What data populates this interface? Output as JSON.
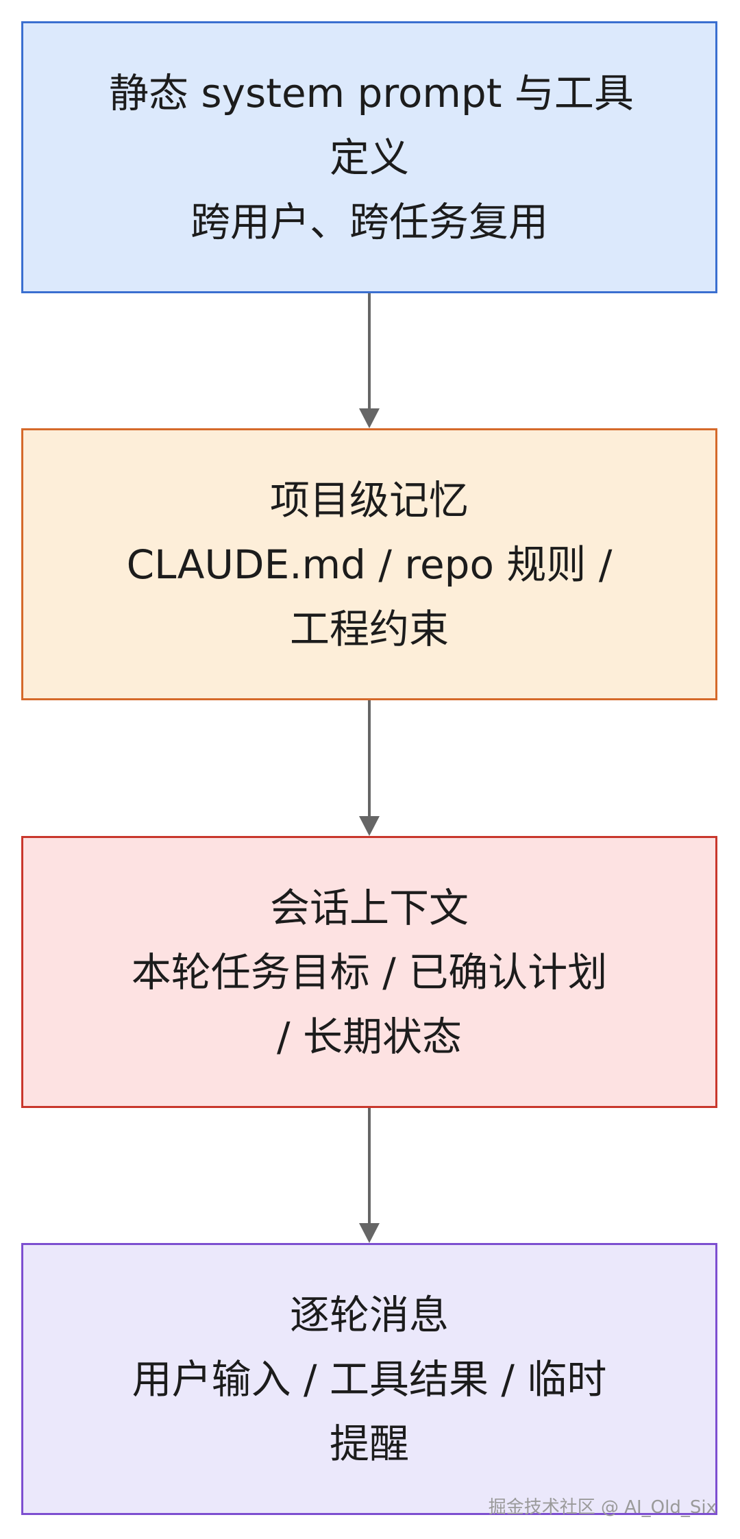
{
  "nodes": [
    {
      "lines": [
        "静态 system prompt 与工具",
        "定义",
        "跨用户、跨任务复用"
      ],
      "fill": "#dce9fc",
      "stroke": "#3a6fd0"
    },
    {
      "lines": [
        "项目级记忆",
        "CLAUDE.md / repo 规则 /",
        "工程约束"
      ],
      "fill": "#fdeed9",
      "stroke": "#d5692a"
    },
    {
      "lines": [
        "会话上下文",
        "本轮任务目标 / 已确认计划",
        "/ 长期状态"
      ],
      "fill": "#fde2e2",
      "stroke": "#c9372c"
    },
    {
      "lines": [
        "逐轮消息",
        "用户输入 / 工具结果 / 临时",
        "提醒"
      ],
      "fill": "#ebe8fb",
      "stroke": "#7d4fd0"
    }
  ],
  "edge_color": "#666666",
  "watermark": "掘金技术社区 @ AI_Old_Six"
}
